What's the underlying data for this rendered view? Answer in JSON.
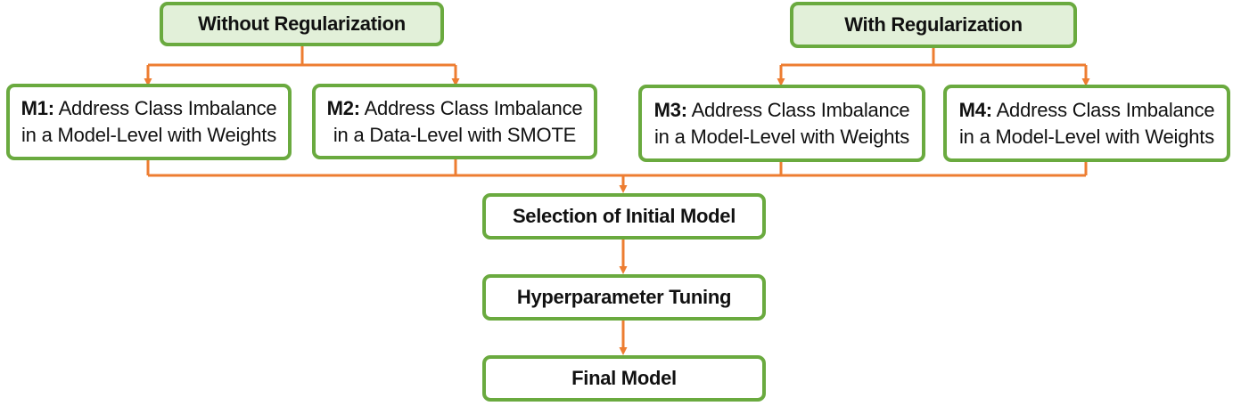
{
  "diagram": {
    "colors": {
      "box_border": "#6aaa3f",
      "header_fill": "#e2f0d9",
      "connector": "#ed7d31",
      "text": "#111111"
    },
    "groups": {
      "without": {
        "label": "Without Regularization"
      },
      "with": {
        "label": "With Regularization"
      }
    },
    "methods": [
      {
        "id": "M1:",
        "line1": "Address Class Imbalance",
        "line2": "in a Model-Level with Weights"
      },
      {
        "id": "M2:",
        "line1": "Address Class Imbalance",
        "line2": "in a Data-Level with SMOTE"
      },
      {
        "id": "M3:",
        "line1": "Address Class Imbalance",
        "line2": "in a Model-Level with Weights"
      },
      {
        "id": "M4:",
        "line1": "Address Class Imbalance",
        "line2": "in a Model-Level with Weights"
      }
    ],
    "steps": {
      "selection": "Selection of Initial Model",
      "tuning": "Hyperparameter Tuning",
      "final": "Final Model"
    }
  }
}
